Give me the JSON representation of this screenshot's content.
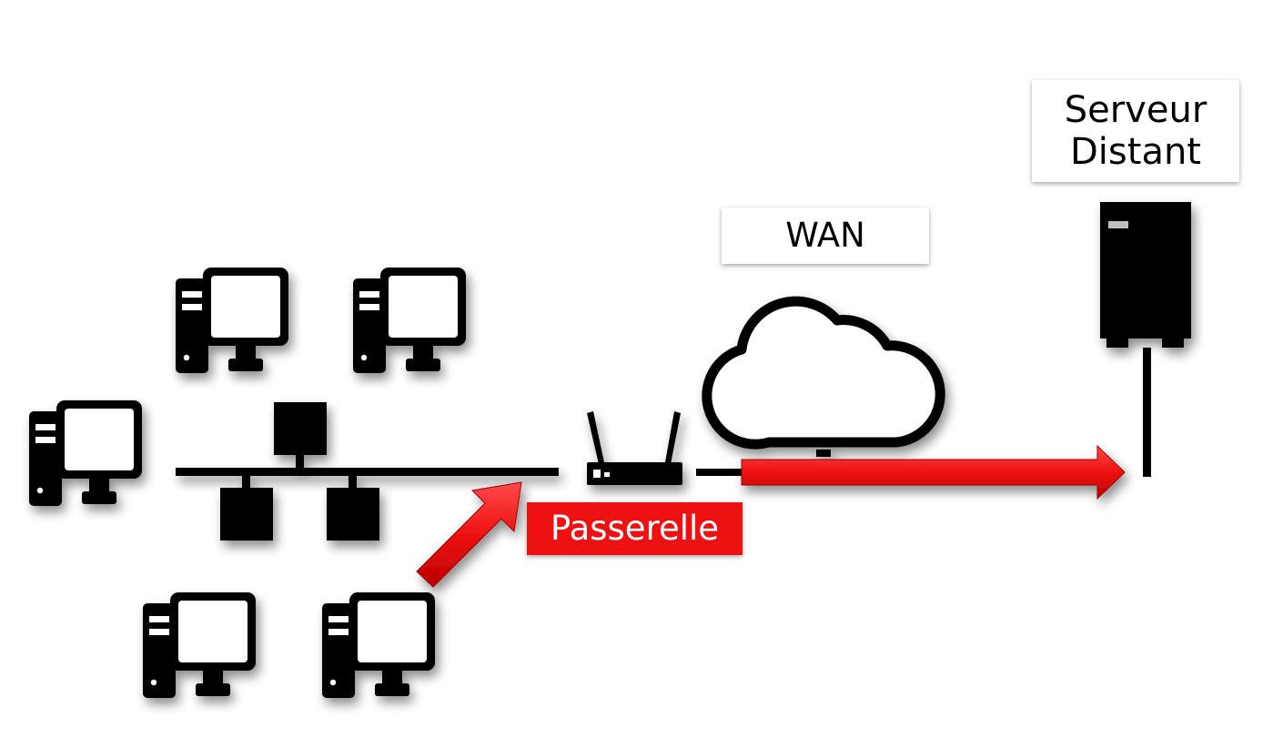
{
  "labels": {
    "server_line1": "Serveur",
    "server_line2": "Distant",
    "wan": "WAN",
    "gateway": "Passerelle"
  },
  "colors": {
    "black": "#000000",
    "accent_red": "#ee1111",
    "background": "#ffffff"
  },
  "icons": [
    "desktop-computer-icon",
    "router-icon",
    "cloud-icon",
    "server-tower-icon",
    "arrow-icon",
    "network-node-icon"
  ]
}
